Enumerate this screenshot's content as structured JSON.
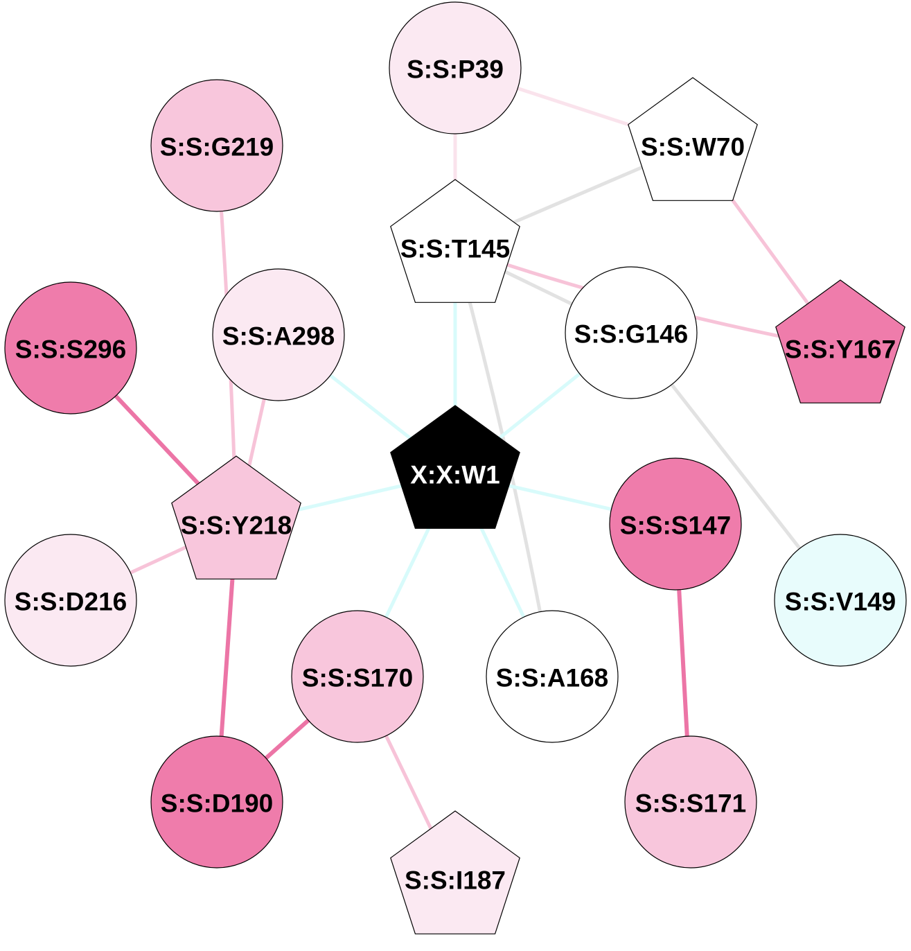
{
  "colors": {
    "white": "#ffffff",
    "light_pink": "#fbe9f2",
    "mid_pink": "#f8c6dc",
    "hot_pink": "#ef7cab",
    "light_cyan": "#e8fcfc",
    "black": "#000000",
    "edge_cyan": "#d8fbfb",
    "edge_gray": "#e2e2e2",
    "edge_light_pink": "#fae3ec",
    "edge_mid_pink": "#f7c3d8",
    "edge_hot_pink": "#ec75a6"
  },
  "nodes": [
    {
      "id": "W1",
      "label": "X:X:W1",
      "shape": "pentagon",
      "fill": "#000000",
      "text": "#ffffff"
    },
    {
      "id": "P39",
      "label": "S:S:P39",
      "shape": "circle",
      "fill": "#fbe9f2",
      "text": "#000000"
    },
    {
      "id": "W70",
      "label": "S:S:W70",
      "shape": "pentagon",
      "fill": "#ffffff",
      "text": "#000000"
    },
    {
      "id": "G219",
      "label": "S:S:G219",
      "shape": "circle",
      "fill": "#f8c6dc",
      "text": "#000000"
    },
    {
      "id": "T145",
      "label": "S:S:T145",
      "shape": "pentagon",
      "fill": "#ffffff",
      "text": "#000000"
    },
    {
      "id": "S296",
      "label": "S:S:S296",
      "shape": "circle",
      "fill": "#ef7cab",
      "text": "#000000"
    },
    {
      "id": "A298",
      "label": "S:S:A298",
      "shape": "circle",
      "fill": "#fbe9f2",
      "text": "#000000"
    },
    {
      "id": "G146",
      "label": "S:S:G146",
      "shape": "circle",
      "fill": "#ffffff",
      "text": "#000000"
    },
    {
      "id": "Y167",
      "label": "S:S:Y167",
      "shape": "pentagon",
      "fill": "#ef7cab",
      "text": "#000000"
    },
    {
      "id": "Y218",
      "label": "S:S:Y218",
      "shape": "pentagon",
      "fill": "#f8c6dc",
      "text": "#000000"
    },
    {
      "id": "S147",
      "label": "S:S:S147",
      "shape": "circle",
      "fill": "#ef7cab",
      "text": "#000000"
    },
    {
      "id": "D216",
      "label": "S:S:D216",
      "shape": "circle",
      "fill": "#fbe9f2",
      "text": "#000000"
    },
    {
      "id": "V149",
      "label": "S:S:V149",
      "shape": "circle",
      "fill": "#e8fcfc",
      "text": "#000000"
    },
    {
      "id": "S170",
      "label": "S:S:S170",
      "shape": "circle",
      "fill": "#f8c6dc",
      "text": "#000000"
    },
    {
      "id": "A168",
      "label": "S:S:A168",
      "shape": "circle",
      "fill": "#ffffff",
      "text": "#000000"
    },
    {
      "id": "D190",
      "label": "S:S:D190",
      "shape": "circle",
      "fill": "#ef7cab",
      "text": "#000000"
    },
    {
      "id": "S171",
      "label": "S:S:S171",
      "shape": "circle",
      "fill": "#f8c6dc",
      "text": "#000000"
    },
    {
      "id": "I187",
      "label": "S:S:I187",
      "shape": "pentagon",
      "fill": "#fbe9f2",
      "text": "#000000"
    }
  ],
  "edges": [
    {
      "source": "P39",
      "target": "W70",
      "color": "#fae3ec"
    },
    {
      "source": "P39",
      "target": "T145",
      "color": "#fae3ec"
    },
    {
      "source": "W70",
      "target": "T145",
      "color": "#e2e2e2"
    },
    {
      "source": "W70",
      "target": "Y167",
      "color": "#f7c3d8"
    },
    {
      "source": "T145",
      "target": "Y167",
      "color": "#f7c3d8"
    },
    {
      "source": "T145",
      "target": "G146",
      "color": "#e2e2e2"
    },
    {
      "source": "T145",
      "target": "A168",
      "color": "#e2e2e2"
    },
    {
      "source": "T145",
      "target": "W1",
      "color": "#d8fbfb"
    },
    {
      "source": "G219",
      "target": "Y218",
      "color": "#f7c3d8"
    },
    {
      "source": "S296",
      "target": "Y218",
      "color": "#ec75a6"
    },
    {
      "source": "A298",
      "target": "Y218",
      "color": "#f7c3d8"
    },
    {
      "source": "A298",
      "target": "W1",
      "color": "#d8fbfb"
    },
    {
      "source": "G146",
      "target": "W1",
      "color": "#d8fbfb"
    },
    {
      "source": "G146",
      "target": "V149",
      "color": "#e2e2e2"
    },
    {
      "source": "Y218",
      "target": "W1",
      "color": "#d8fbfb"
    },
    {
      "source": "Y218",
      "target": "D216",
      "color": "#f7c3d8"
    },
    {
      "source": "Y218",
      "target": "D190",
      "color": "#ec75a6"
    },
    {
      "source": "W1",
      "target": "S147",
      "color": "#d8fbfb"
    },
    {
      "source": "W1",
      "target": "S170",
      "color": "#d8fbfb"
    },
    {
      "source": "W1",
      "target": "A168",
      "color": "#d8fbfb"
    },
    {
      "source": "S147",
      "target": "S171",
      "color": "#ec75a6"
    },
    {
      "source": "S170",
      "target": "D190",
      "color": "#ec75a6"
    },
    {
      "source": "S170",
      "target": "I187",
      "color": "#f7c3d8"
    }
  ]
}
